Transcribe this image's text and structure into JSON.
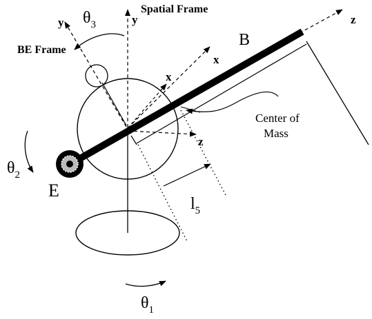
{
  "labels": {
    "spatial_frame": "Spatial Frame",
    "be_frame": "BE Frame",
    "center_of_mass_line1": "Center of",
    "center_of_mass_line2": "Mass",
    "point_b": "B",
    "point_e": "E",
    "axis_x_outer": "x",
    "axis_x_inner": "x",
    "axis_y_spatial": "y",
    "axis_y_be": "y",
    "axis_z_outer": "z",
    "axis_z_inner": "z",
    "theta1": "θ",
    "theta1_sub": "1",
    "theta2": "θ",
    "theta2_sub": "2",
    "theta3": "θ",
    "theta3_sub": "3",
    "length": "l",
    "length_sub": "5"
  },
  "colors": {
    "ink": "#000000",
    "background": "#ffffff",
    "joint_fill": "#bbbbbb"
  }
}
